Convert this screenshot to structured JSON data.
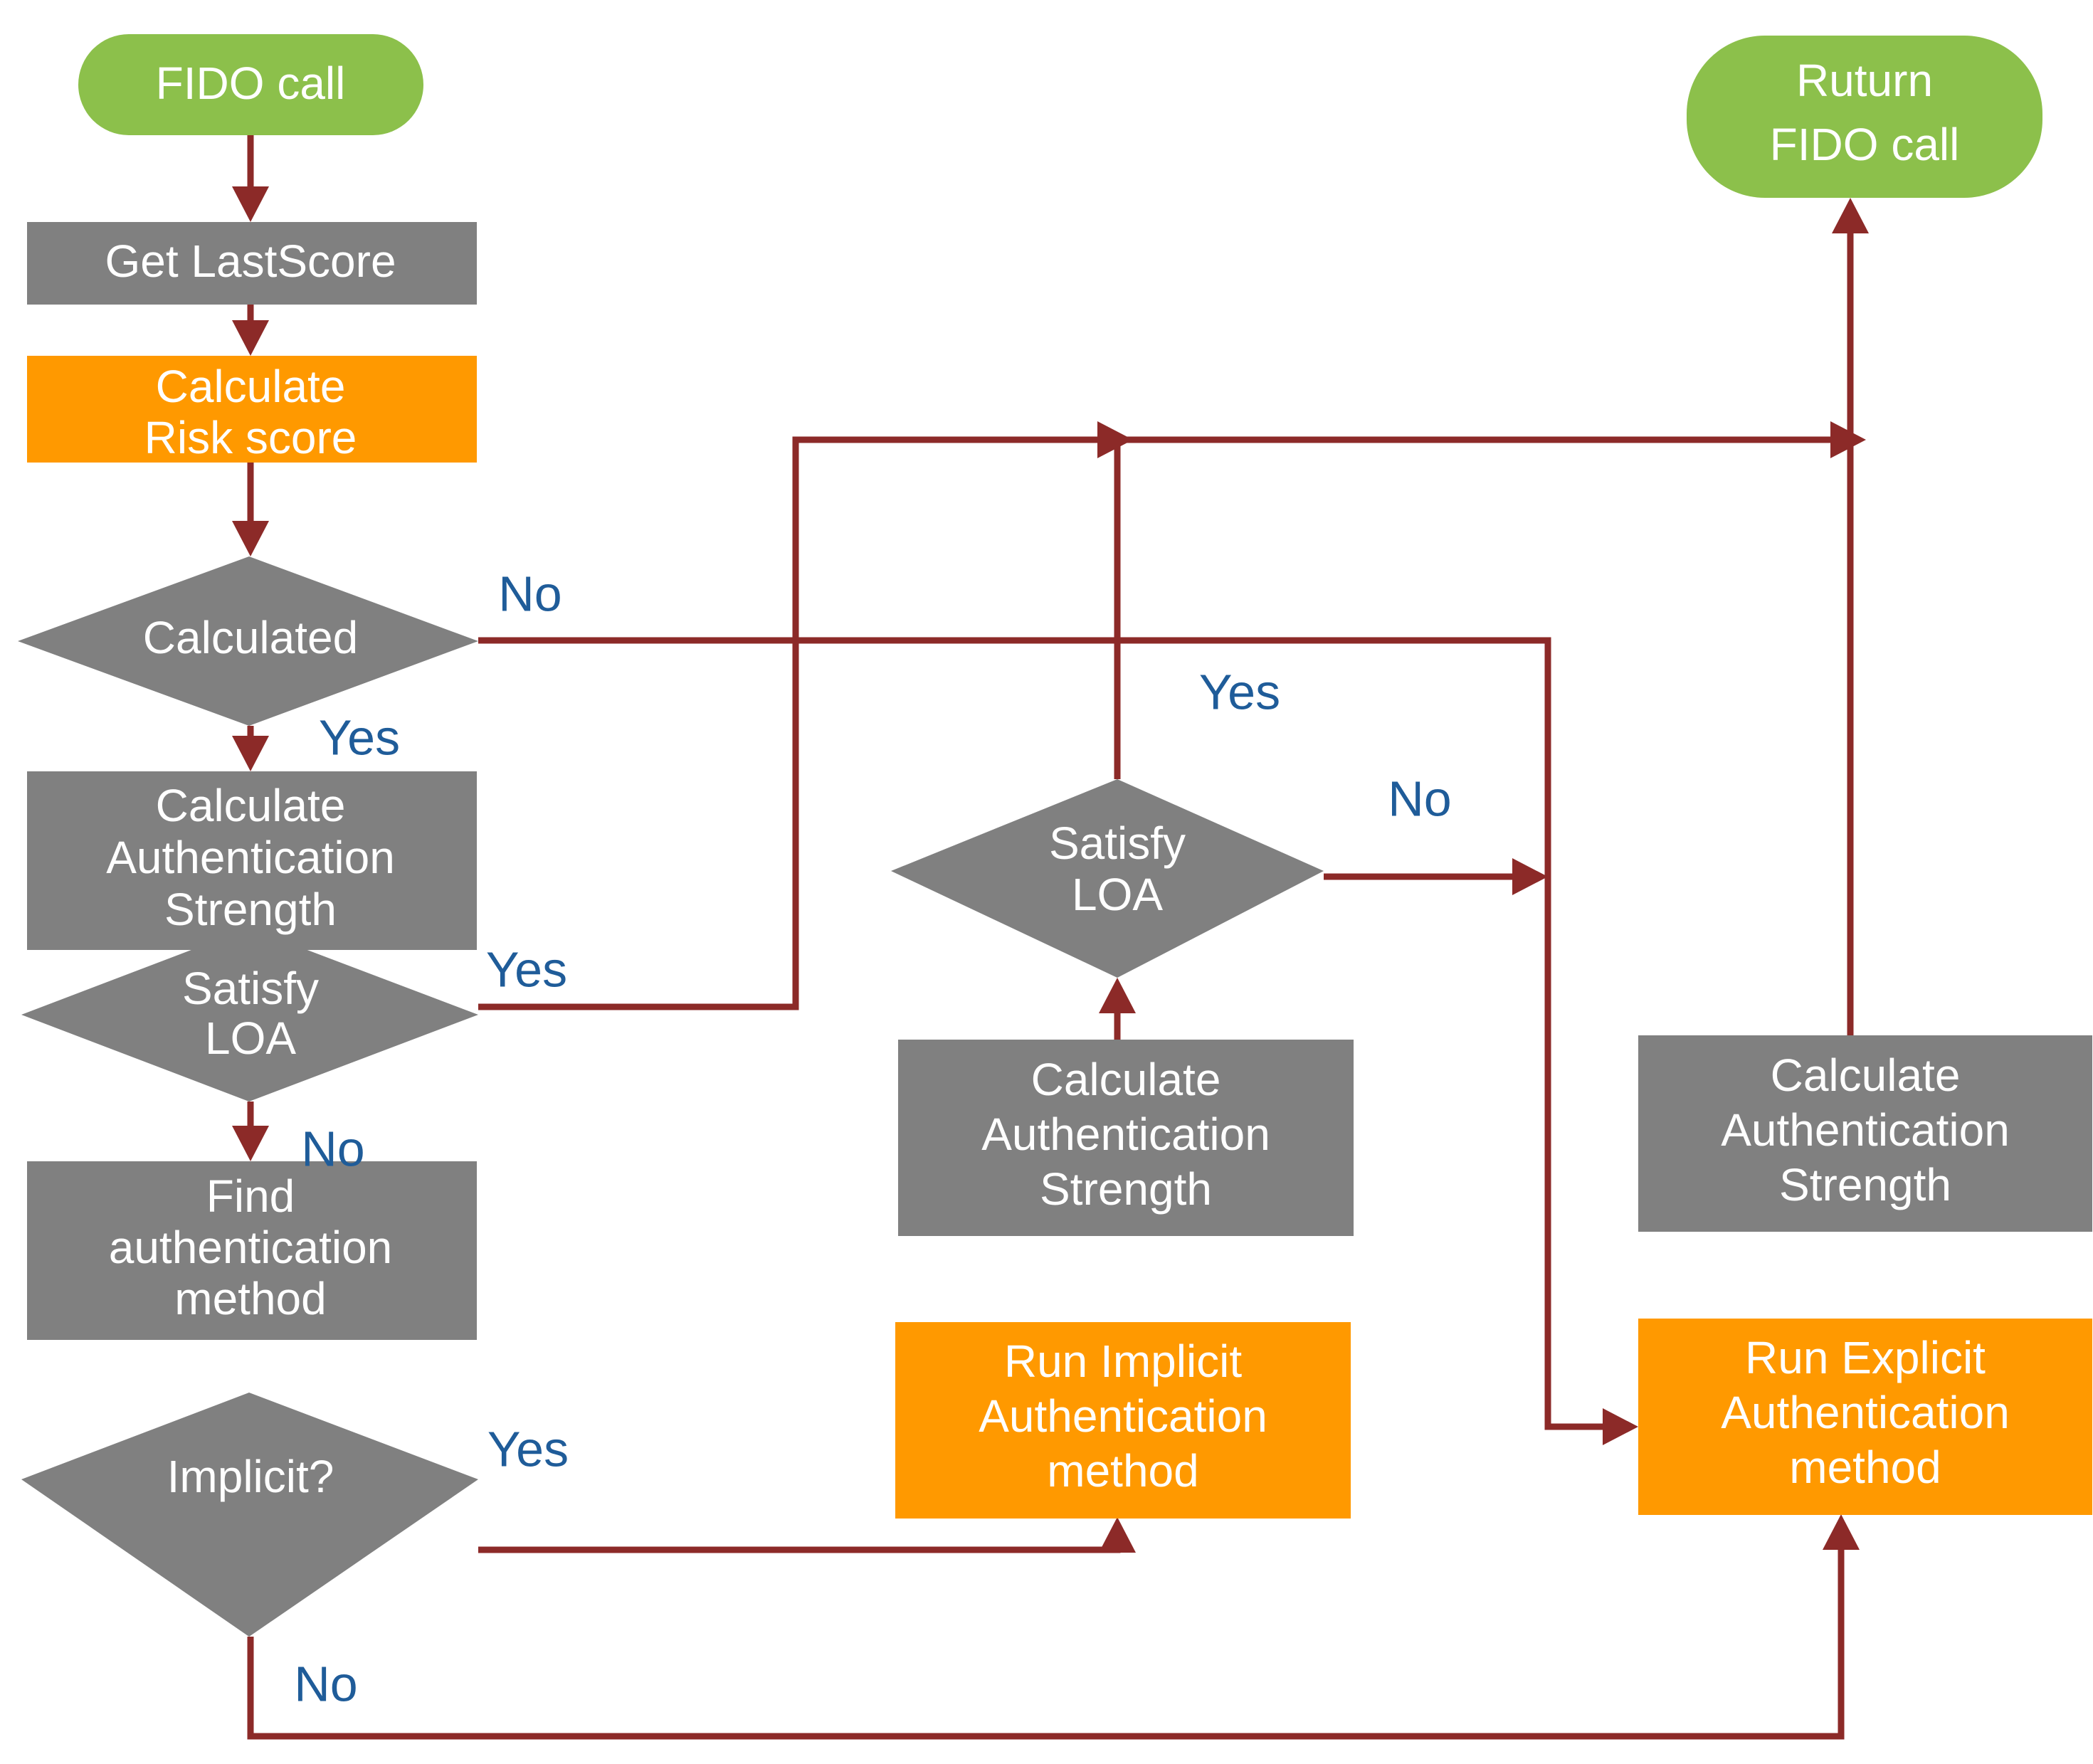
{
  "diagram": {
    "title": "FIDO risk-based authentication flowchart",
    "colors": {
      "terminator": "#8CC04B",
      "process": "#808080",
      "action": "#FF9900",
      "connector": "#8C2A28",
      "edge_label": "#1F5C99",
      "node_text": "#FFFFFF",
      "background": "#FFFFFF"
    },
    "nodes": [
      {
        "id": "start",
        "shape": "terminator",
        "fill": "terminator",
        "lines": [
          "FIDO call"
        ]
      },
      {
        "id": "get_last",
        "shape": "process",
        "fill": "process",
        "lines": [
          "Get LastScore"
        ]
      },
      {
        "id": "calc_risk",
        "shape": "action",
        "fill": "action",
        "lines": [
          "Calculate",
          "Risk score"
        ]
      },
      {
        "id": "calculated",
        "shape": "decision",
        "fill": "process",
        "lines": [
          "Calculated"
        ]
      },
      {
        "id": "calc_auth_l",
        "shape": "process",
        "fill": "process",
        "lines": [
          "Calculate",
          "Authentication",
          "Strength"
        ]
      },
      {
        "id": "satisfy_l",
        "shape": "decision",
        "fill": "process",
        "lines": [
          "Satisfy",
          "LOA"
        ]
      },
      {
        "id": "find_method",
        "shape": "process",
        "fill": "process",
        "lines": [
          "Find",
          "authentication",
          "method"
        ]
      },
      {
        "id": "implicit",
        "shape": "decision",
        "fill": "process",
        "lines": [
          "Implicit?"
        ]
      },
      {
        "id": "satisfy_m",
        "shape": "decision",
        "fill": "process",
        "lines": [
          "Satisfy",
          "LOA"
        ]
      },
      {
        "id": "calc_auth_m",
        "shape": "process",
        "fill": "process",
        "lines": [
          "Calculate",
          "Authentication",
          "Strength"
        ]
      },
      {
        "id": "run_implicit",
        "shape": "action",
        "fill": "action",
        "lines": [
          "Run Implicit",
          "Authentication",
          "method"
        ]
      },
      {
        "id": "calc_auth_r",
        "shape": "process",
        "fill": "process",
        "lines": [
          "Calculate",
          "Authentication",
          "Strength"
        ]
      },
      {
        "id": "run_explicit",
        "shape": "action",
        "fill": "action",
        "lines": [
          "Run Explicit",
          "Authentication",
          "method"
        ]
      },
      {
        "id": "end",
        "shape": "terminator",
        "fill": "terminator",
        "lines": [
          "Ruturn",
          "FIDO call"
        ]
      }
    ],
    "edge_labels": [
      {
        "id": "calculated_no",
        "text": "No"
      },
      {
        "id": "calculated_yes",
        "text": "Yes"
      },
      {
        "id": "satisfy_l_yes",
        "text": "Yes"
      },
      {
        "id": "satisfy_l_no",
        "text": "No"
      },
      {
        "id": "implicit_yes",
        "text": "Yes"
      },
      {
        "id": "implicit_no",
        "text": "No"
      },
      {
        "id": "satisfy_m_yes",
        "text": "Yes"
      },
      {
        "id": "satisfy_m_no",
        "text": "No"
      }
    ],
    "edges": [
      {
        "from": "start",
        "to": "get_last",
        "label": ""
      },
      {
        "from": "get_last",
        "to": "calc_risk",
        "label": ""
      },
      {
        "from": "calc_risk",
        "to": "calculated",
        "label": ""
      },
      {
        "from": "calculated",
        "to": "calc_auth_l",
        "label": "Yes"
      },
      {
        "from": "calculated",
        "to": "run_explicit",
        "label": "No"
      },
      {
        "from": "calc_auth_l",
        "to": "satisfy_l",
        "label": ""
      },
      {
        "from": "satisfy_l",
        "to": "end",
        "label": "Yes"
      },
      {
        "from": "satisfy_l",
        "to": "find_method",
        "label": "No"
      },
      {
        "from": "find_method",
        "to": "implicit",
        "label": ""
      },
      {
        "from": "implicit",
        "to": "run_implicit",
        "label": "Yes"
      },
      {
        "from": "implicit",
        "to": "run_explicit",
        "label": "No"
      },
      {
        "from": "run_implicit",
        "to": "calc_auth_m",
        "label": ""
      },
      {
        "from": "calc_auth_m",
        "to": "satisfy_m",
        "label": ""
      },
      {
        "from": "satisfy_m",
        "to": "end",
        "label": "Yes"
      },
      {
        "from": "satisfy_m",
        "to": "run_explicit",
        "label": "No"
      },
      {
        "from": "run_explicit",
        "to": "calc_auth_r",
        "label": ""
      },
      {
        "from": "calc_auth_r",
        "to": "end",
        "label": ""
      }
    ]
  },
  "text": {
    "start": "FIDO call",
    "get_last": "Get LastScore",
    "calc_risk_1": "Calculate",
    "calc_risk_2": "Risk score",
    "calculated": "Calculated",
    "calc_auth_l_1": "Calculate",
    "calc_auth_l_2": "Authentication",
    "calc_auth_l_3": "Strength",
    "satisfy_l_1": "Satisfy",
    "satisfy_l_2": "LOA",
    "find_method_1": "Find",
    "find_method_2": "authentication",
    "find_method_3": "method",
    "implicit": "Implicit?",
    "satisfy_m_1": "Satisfy",
    "satisfy_m_2": "LOA",
    "calc_auth_m_1": "Calculate",
    "calc_auth_m_2": "Authentication",
    "calc_auth_m_3": "Strength",
    "run_implicit_1": "Run Implicit",
    "run_implicit_2": "Authentication",
    "run_implicit_3": "method",
    "calc_auth_r_1": "Calculate",
    "calc_auth_r_2": "Authentication",
    "calc_auth_r_3": "Strength",
    "run_explicit_1": "Run Explicit",
    "run_explicit_2": "Authentication",
    "run_explicit_3": "method",
    "end_1": "Ruturn",
    "end_2": "FIDO call",
    "lbl_calculated_no": "No",
    "lbl_calculated_yes": "Yes",
    "lbl_satisfy_l_yes": "Yes",
    "lbl_satisfy_l_no": "No",
    "lbl_implicit_yes": "Yes",
    "lbl_implicit_no": "No",
    "lbl_satisfy_m_yes": "Yes",
    "lbl_satisfy_m_no": "No"
  }
}
